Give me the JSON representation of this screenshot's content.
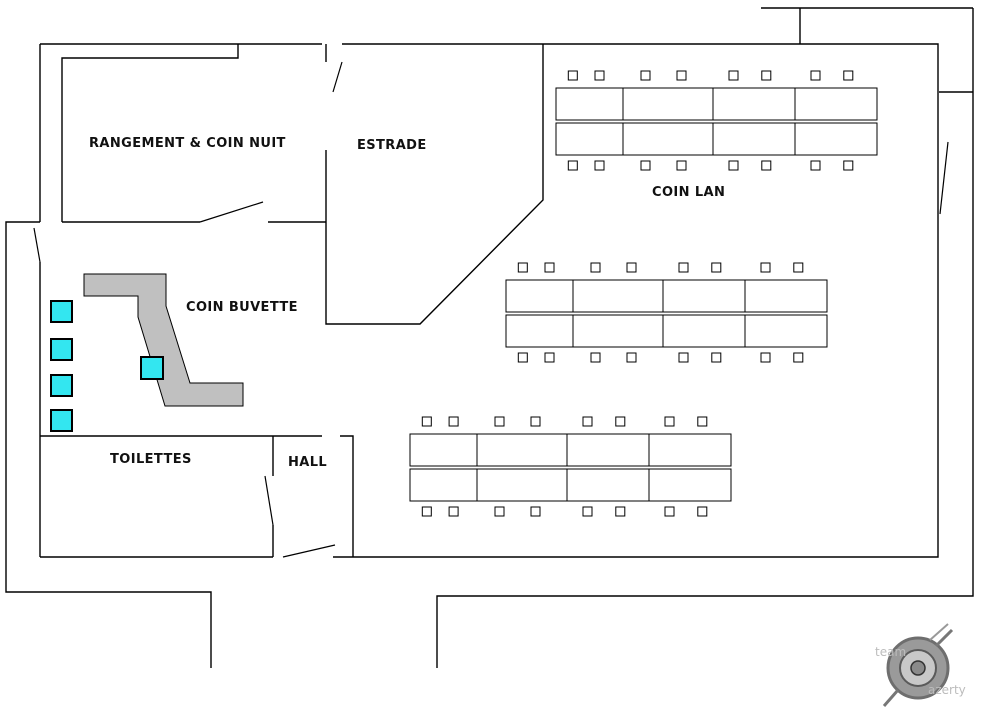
{
  "rooms": {
    "rangement": "RANGEMENT & COIN NUIT",
    "estrade": "ESTRADE",
    "coin_lan": "COIN LAN",
    "coin_buvette": "COIN BUVETTE",
    "toilettes": "TOILETTES",
    "hall": "HALL"
  },
  "logo": {
    "line1": "team",
    "line2": "azerty"
  },
  "colors": {
    "stool": "#33e6f0",
    "bar_counter": "#c0c0c0",
    "walls": "#000000"
  }
}
